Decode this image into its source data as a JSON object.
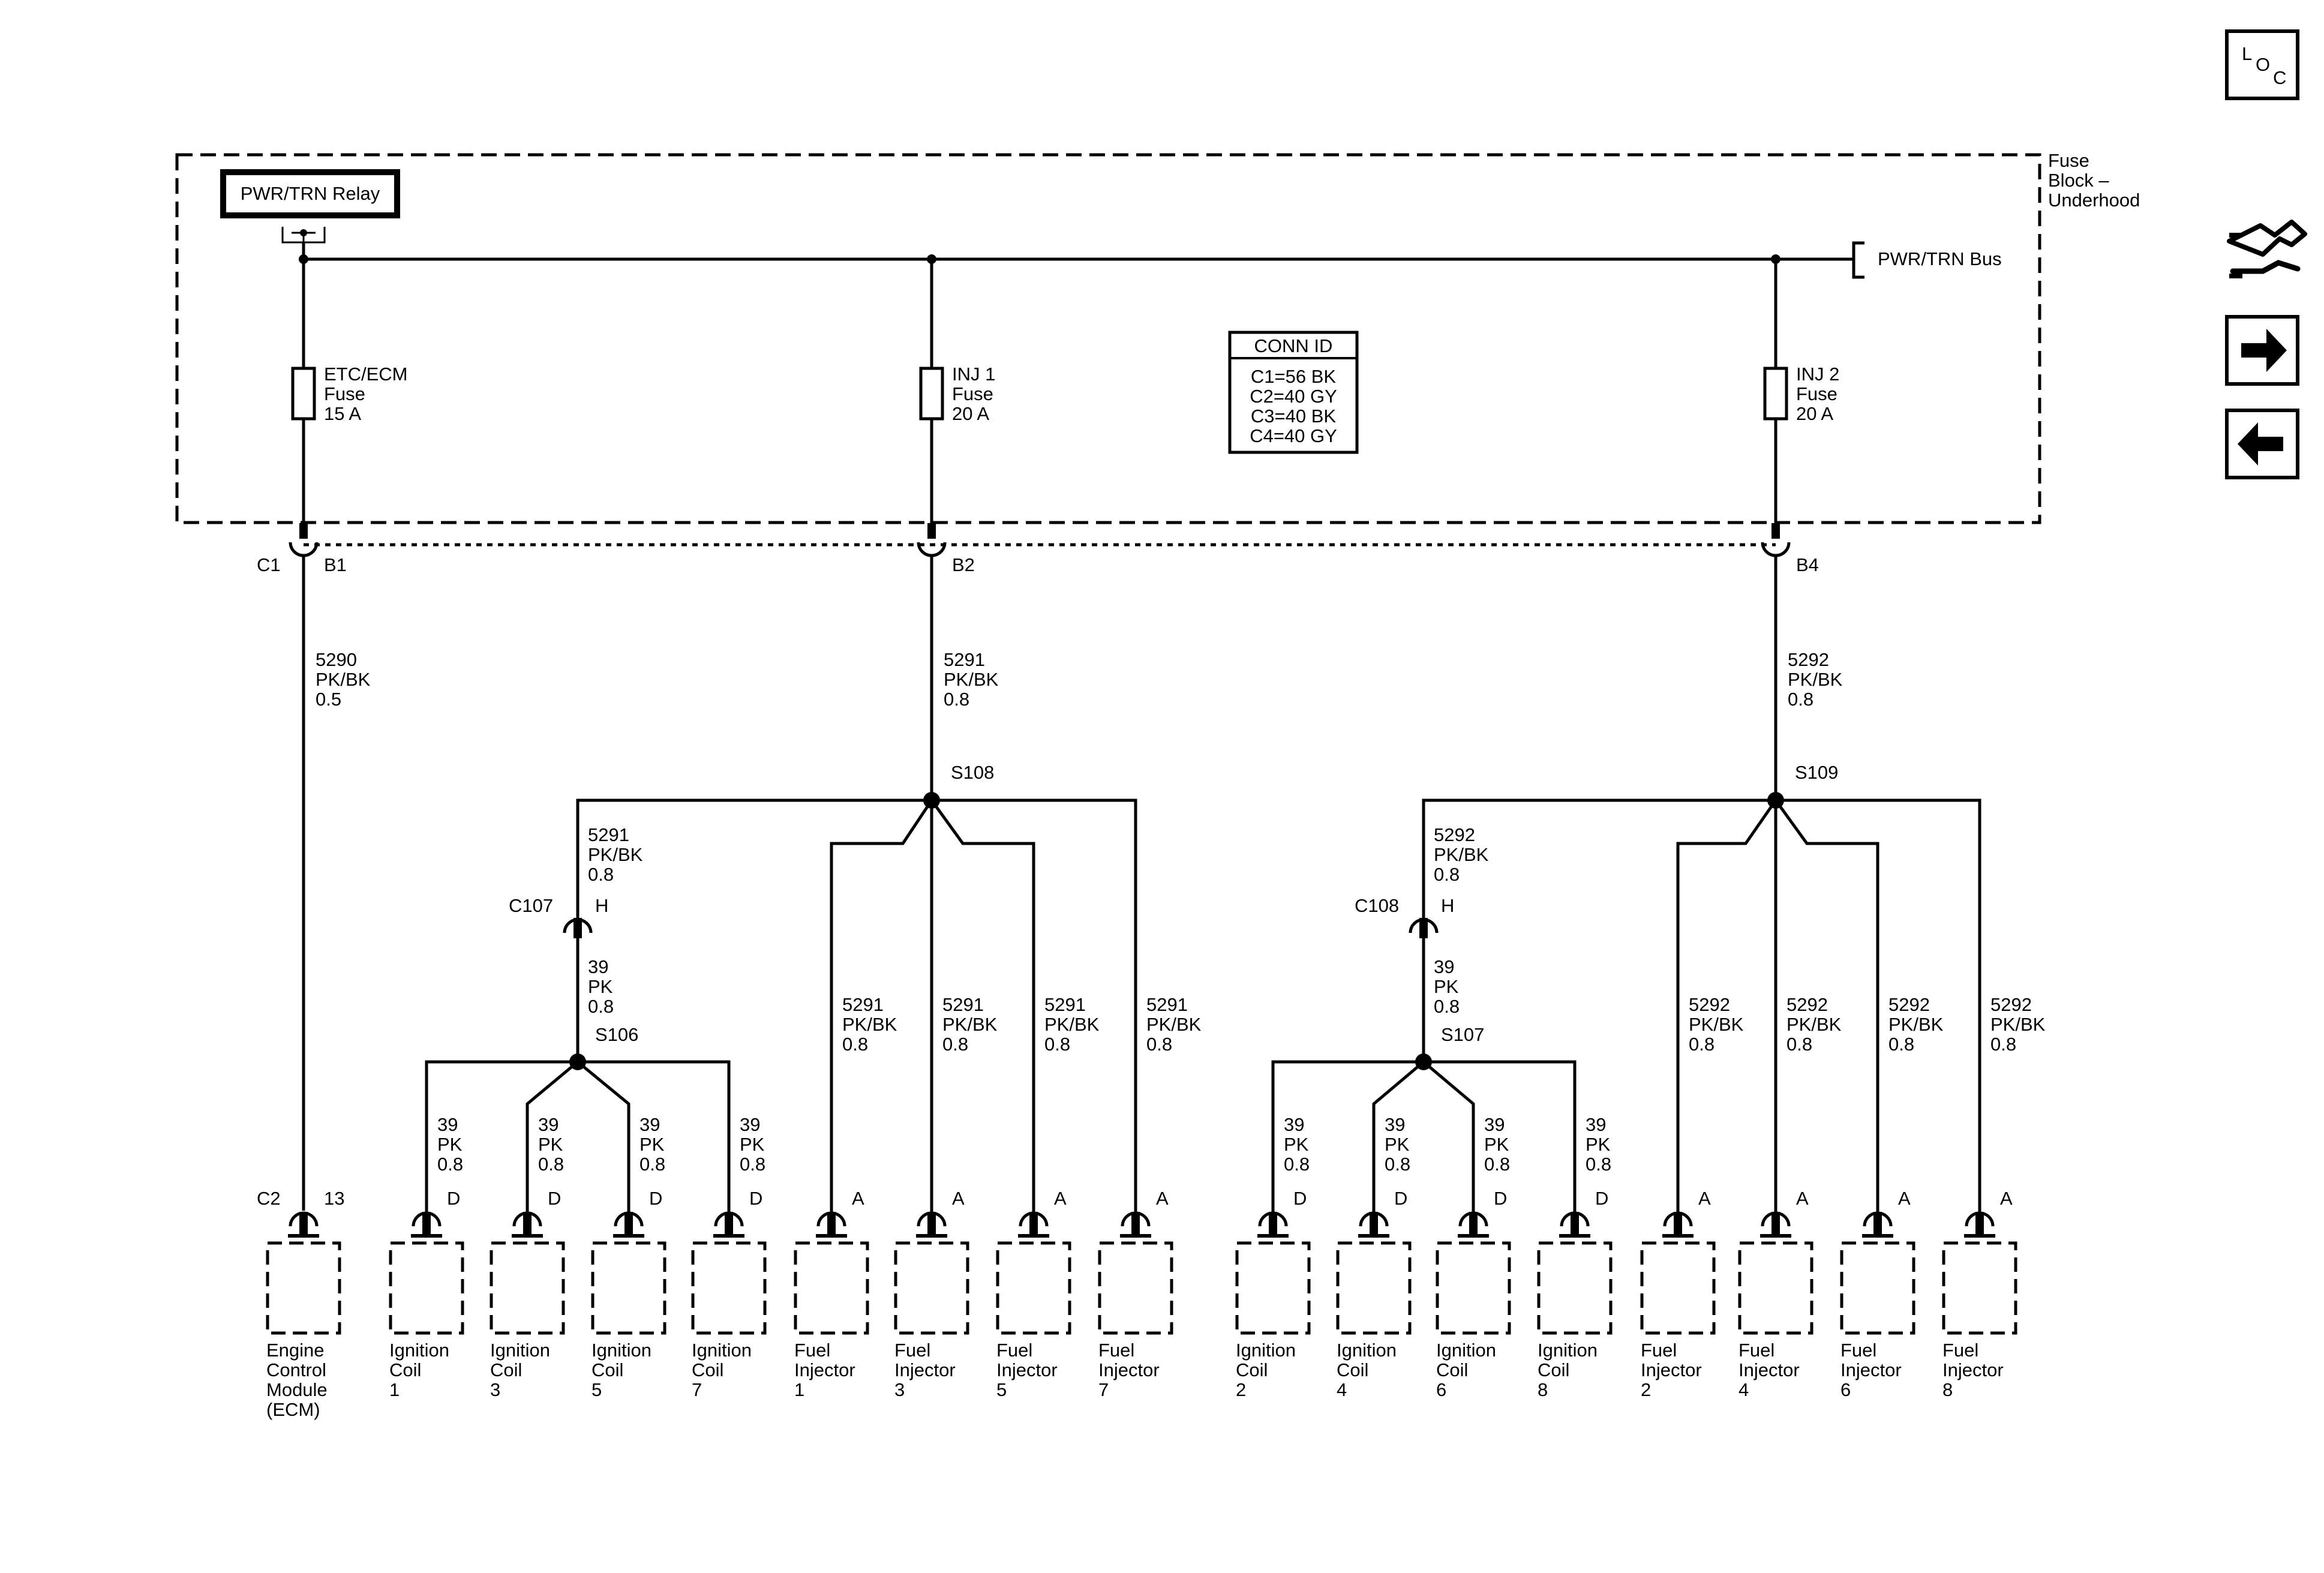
{
  "fuse_block": {
    "label_lines": [
      "Fuse",
      "Block –",
      "Underhood"
    ],
    "relay": "PWR/TRN Relay",
    "bus": "PWR/TRN Bus",
    "conn_id": {
      "title": "CONN ID",
      "lines": [
        "C1=56 BK",
        "C2=40 GY",
        "C3=40 BK",
        "C4=40 GY"
      ]
    },
    "fuses": [
      {
        "lines": [
          "ETC/ECM",
          "Fuse",
          "15 A"
        ]
      },
      {
        "lines": [
          "INJ 1",
          "Fuse",
          "20 A"
        ]
      },
      {
        "lines": [
          "INJ 2",
          "Fuse",
          "20 A"
        ]
      }
    ]
  },
  "connectors": {
    "c1": "C1",
    "b1": "B1",
    "b2": "B2",
    "b4": "B4",
    "c2": "C2",
    "pin13": "13"
  },
  "main_wires": [
    {
      "lines": [
        "5290",
        "PK/BK",
        "0.5"
      ]
    },
    {
      "lines": [
        "5291",
        "PK/BK",
        "0.8"
      ]
    },
    {
      "lines": [
        "5292",
        "PK/BK",
        "0.8"
      ]
    }
  ],
  "splices": {
    "s108": "S108",
    "s109": "S109",
    "s106": "S106",
    "s107": "S107",
    "c107": "C107",
    "c108": "C108",
    "pin_h": "H"
  },
  "branch_wires": {
    "w5291": [
      "5291",
      "PK/BK",
      "0.8"
    ],
    "w5292": [
      "5292",
      "PK/BK",
      "0.8"
    ],
    "w39": [
      "39",
      "PK",
      "0.8"
    ]
  },
  "pins": {
    "d": "D",
    "a": "A"
  },
  "components": [
    {
      "lines": [
        "Engine",
        "Control",
        "Module",
        "(ECM)"
      ]
    },
    {
      "lines": [
        "Ignition",
        "Coil",
        "1"
      ]
    },
    {
      "lines": [
        "Ignition",
        "Coil",
        "3"
      ]
    },
    {
      "lines": [
        "Ignition",
        "Coil",
        "5"
      ]
    },
    {
      "lines": [
        "Ignition",
        "Coil",
        "7"
      ]
    },
    {
      "lines": [
        "Fuel",
        "Injector",
        "1"
      ]
    },
    {
      "lines": [
        "Fuel",
        "Injector",
        "3"
      ]
    },
    {
      "lines": [
        "Fuel",
        "Injector",
        "5"
      ]
    },
    {
      "lines": [
        "Fuel",
        "Injector",
        "7"
      ]
    },
    {
      "lines": [
        "Ignition",
        "Coil",
        "2"
      ]
    },
    {
      "lines": [
        "Ignition",
        "Coil",
        "4"
      ]
    },
    {
      "lines": [
        "Ignition",
        "Coil",
        "6"
      ]
    },
    {
      "lines": [
        "Ignition",
        "Coil",
        "8"
      ]
    },
    {
      "lines": [
        "Fuel",
        "Injector",
        "2"
      ]
    },
    {
      "lines": [
        "Fuel",
        "Injector",
        "4"
      ]
    },
    {
      "lines": [
        "Fuel",
        "Injector",
        "6"
      ]
    },
    {
      "lines": [
        "Fuel",
        "Injector",
        "8"
      ]
    }
  ],
  "nav": {
    "loc_l": "L",
    "loc_o": "O",
    "loc_c": "C"
  }
}
